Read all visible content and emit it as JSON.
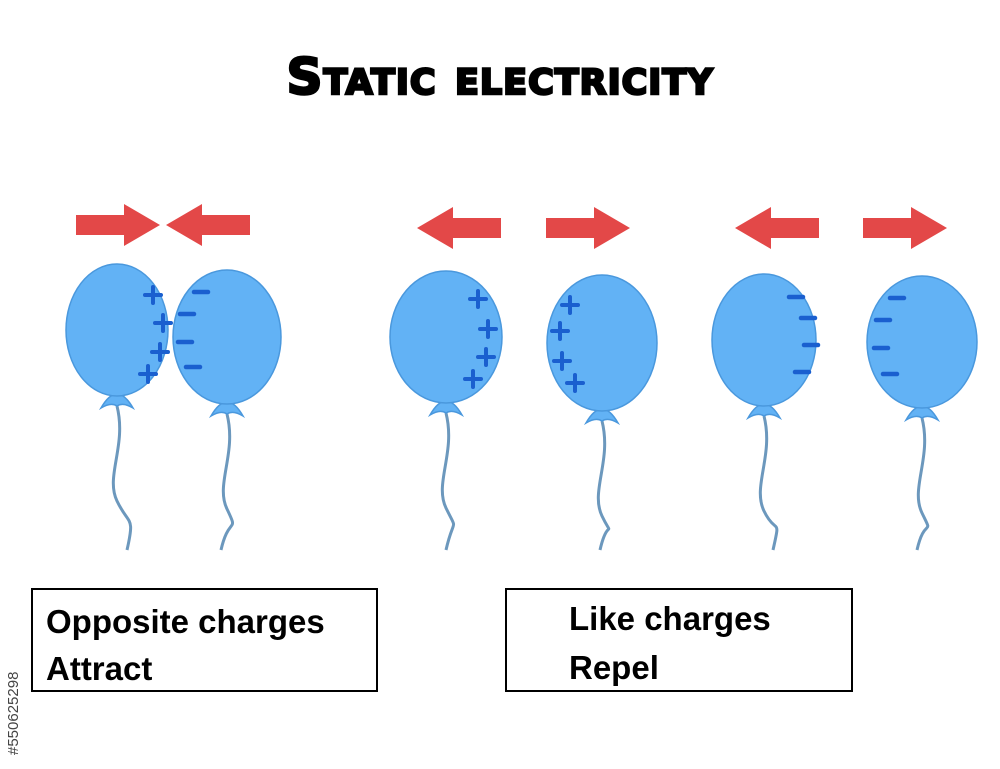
{
  "title": "Static electricity",
  "colors": {
    "balloon_fill": "#62b2f5",
    "balloon_stroke": "#4a98dd",
    "charge": "#1a5fcf",
    "string": "#6c98bd",
    "arrow": "#e34848"
  },
  "groups": [
    {
      "name": "attract",
      "balloons": [
        {
          "charge": "+",
          "count": 4,
          "arrow": "right",
          "arrow_icon": "arrow-right-icon"
        },
        {
          "charge": "-",
          "count": 4,
          "arrow": "left",
          "arrow_icon": "arrow-left-icon"
        }
      ]
    },
    {
      "name": "repel-positive",
      "balloons": [
        {
          "charge": "+",
          "count": 4,
          "arrow": "left",
          "arrow_icon": "arrow-left-icon"
        },
        {
          "charge": "+",
          "count": 4,
          "arrow": "right",
          "arrow_icon": "arrow-right-icon"
        }
      ]
    },
    {
      "name": "repel-negative",
      "balloons": [
        {
          "charge": "-",
          "count": 4,
          "arrow": "left",
          "arrow_icon": "arrow-left-icon"
        },
        {
          "charge": "-",
          "count": 4,
          "arrow": "right",
          "arrow_icon": "arrow-right-icon"
        }
      ]
    }
  ],
  "labels": {
    "attract": {
      "line1": "Opposite charges",
      "line2": "Attract"
    },
    "repel": {
      "line1": "Like charges",
      "line2": "Repel"
    }
  },
  "stock_id": "#550625298"
}
